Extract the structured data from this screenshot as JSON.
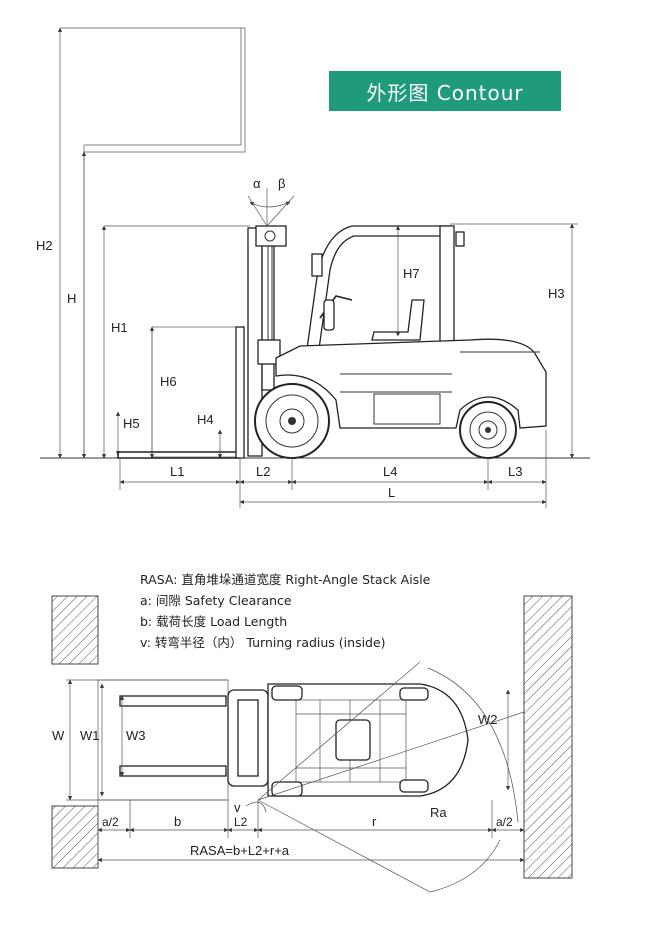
{
  "banner": {
    "title": "外形图  Contour"
  },
  "side_view": {
    "labels": {
      "h2": "H2",
      "h": "H",
      "h1": "H1",
      "h6": "H6",
      "h5": "H5",
      "h4": "H4",
      "h7": "H7",
      "h3": "H3",
      "alpha": "α",
      "beta": "β",
      "l1": "L1",
      "l2": "L2",
      "l4": "L4",
      "l3": "L3",
      "l": "L"
    }
  },
  "legend": {
    "items": [
      "RASA: 直角堆垛通道宽度 Right-Angle Stack Aisle",
      "a: 间隙 Safety Clearance",
      "b: 载荷长度 Load Length",
      "v: 转弯半径（内） Turning radius (inside)"
    ]
  },
  "top_view": {
    "labels": {
      "w": "W",
      "w1": "W1",
      "w3": "W3",
      "w2": "W2",
      "ra": "Ra",
      "v": "v",
      "a_half_left": "a/2",
      "b": "b",
      "l2": "L2",
      "r": "r",
      "a_half_right": "a/2",
      "rasa": "RASA=b+L2+r+a"
    }
  }
}
